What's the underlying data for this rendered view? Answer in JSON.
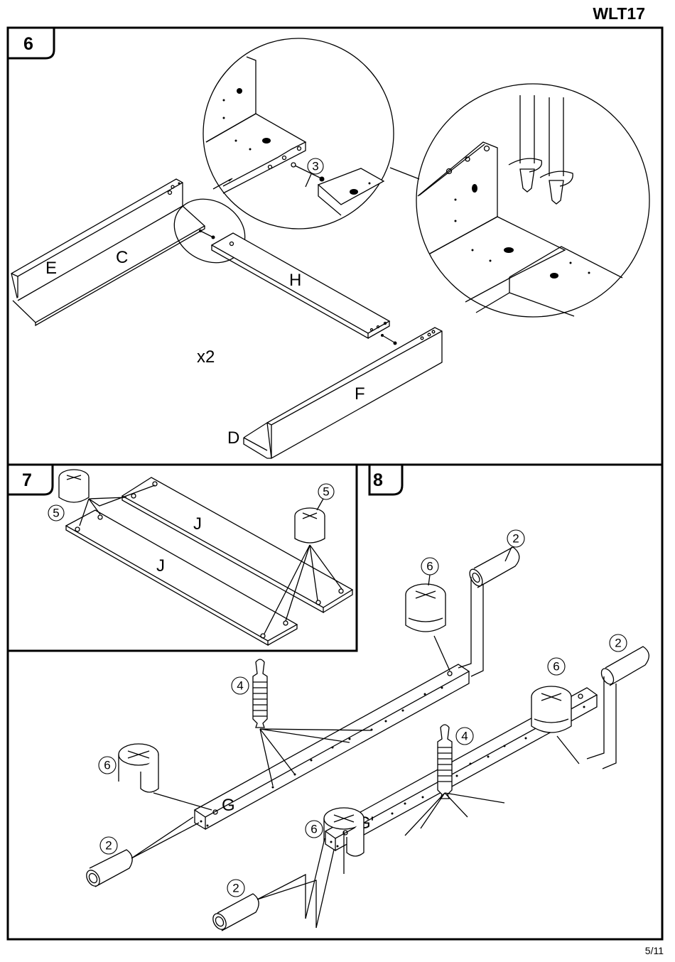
{
  "header": {
    "model_code": "WLT17"
  },
  "footer": {
    "page_number": "5/11"
  },
  "steps": [
    {
      "number": "6",
      "quantity": "x2",
      "parts": [
        "E",
        "C",
        "H",
        "F",
        "D"
      ],
      "detail_callouts": [
        "3"
      ]
    },
    {
      "number": "7",
      "parts": [
        "J",
        "J"
      ],
      "callouts": [
        "5",
        "5"
      ]
    },
    {
      "number": "8",
      "parts": [
        "G",
        "G'"
      ],
      "callouts": [
        "2",
        "6",
        "2",
        "6",
        "4",
        "6",
        "4",
        "6",
        "2",
        "2"
      ]
    }
  ],
  "icons": {
    "rotate": "rotate-clockwise-icon",
    "screwdriver": "screwdriver-icon",
    "cam_lock": "cam-lock-icon",
    "dowel": "wooden-dowel-icon",
    "cam_bolt": "cam-bolt-icon"
  }
}
